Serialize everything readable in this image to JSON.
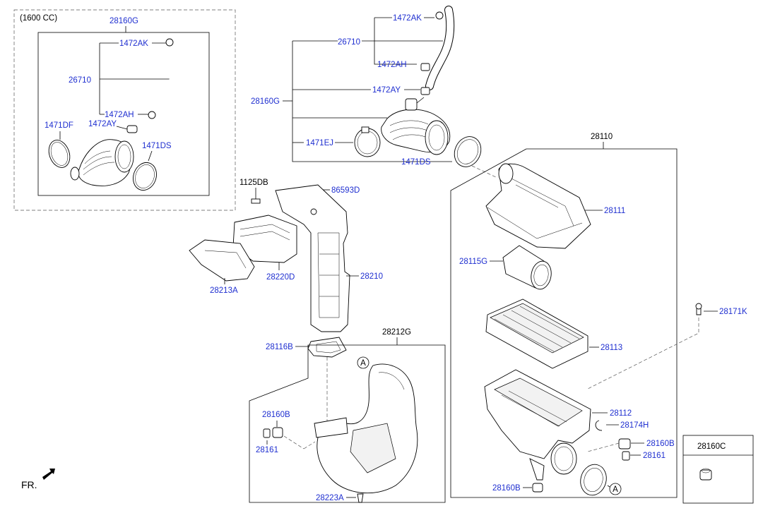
{
  "variant_label": "(1600 CC)",
  "inset": {
    "group": "28160G",
    "clamp_top": "1472AK",
    "hose": "26710",
    "clamp_bottom": "1472AH",
    "fitting": "1472AY",
    "clamp_left": "1471DF",
    "clamp_right": "1471DS"
  },
  "main": {
    "clamp_top": "1472AK",
    "hose": "26710",
    "clamp_mid": "1472AH",
    "fitting": "1472AY",
    "group": "28160G",
    "clamp_small": "1471EJ",
    "clamp_big": "1471DS"
  },
  "left_parts": {
    "bolt": "1125DB",
    "screw": "86593D",
    "resonator": "28220D",
    "bracket": "28213A",
    "duct": "28210",
    "seal": "28116B",
    "lower_group": "28212G",
    "grommet": "28160B",
    "pin": "28161",
    "clip": "28223A",
    "ref_a": "A"
  },
  "air_cleaner": {
    "group": "28110",
    "cover": "28111",
    "inlet": "28115G",
    "filter": "28113",
    "bolt": "28171K",
    "body": "28112",
    "hose_clip": "28174H",
    "grommet": "28160B",
    "pin": "28161",
    "grommet_bottom": "28160B",
    "ref_a": "A"
  },
  "legend_box": {
    "label": "28160C"
  },
  "direction": "FR."
}
